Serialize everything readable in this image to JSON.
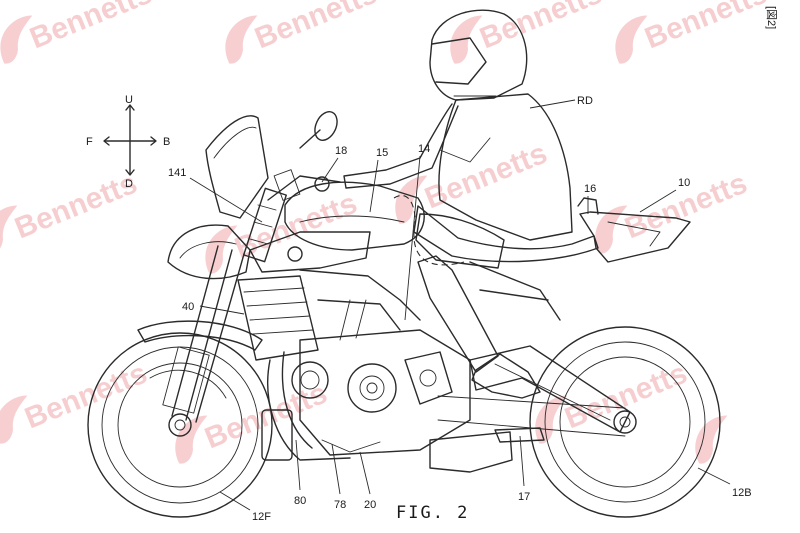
{
  "figure": {
    "caption": "FIG. 2",
    "corner_tag": "[図2]"
  },
  "direction_compass": {
    "up": "U",
    "down": "D",
    "front": "F",
    "back": "B"
  },
  "reference_labels": [
    {
      "id": "rd",
      "text": "RD"
    },
    {
      "id": "18",
      "text": "18"
    },
    {
      "id": "15",
      "text": "15"
    },
    {
      "id": "14",
      "text": "14"
    },
    {
      "id": "16",
      "text": "16"
    },
    {
      "id": "10",
      "text": "10"
    },
    {
      "id": "141",
      "text": "141"
    },
    {
      "id": "40",
      "text": "40"
    },
    {
      "id": "80",
      "text": "80"
    },
    {
      "id": "78",
      "text": "78"
    },
    {
      "id": "20",
      "text": "20"
    },
    {
      "id": "17",
      "text": "17"
    },
    {
      "id": "12f",
      "text": "12F"
    },
    {
      "id": "12b",
      "text": "12B"
    }
  ],
  "watermark": {
    "text": "Bennetts",
    "color": "#d9232d"
  },
  "colors": {
    "line": "#2b2b2b",
    "background": "#ffffff"
  }
}
